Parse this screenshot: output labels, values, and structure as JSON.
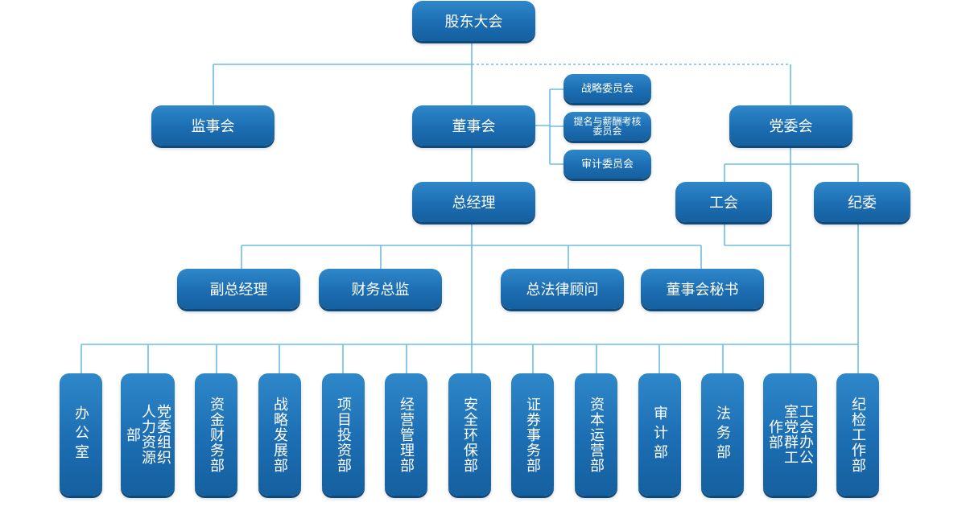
{
  "top": {
    "shareholders": "股东大会"
  },
  "level1": {
    "supervisors": "监事会",
    "board": "董事会",
    "party_committee": "党委会"
  },
  "committees": {
    "strategy": "战略委员会",
    "nomination": "提名与薪酬考核委员会",
    "audit": "审计委员会"
  },
  "level2": {
    "general_manager": "总经理",
    "union": "工会",
    "discipline": "纪委"
  },
  "executives": {
    "deputy_gm": "副总经理",
    "cfo": "财务总监",
    "general_counsel": "总法律顾问",
    "board_secretary": "董事会秘书"
  },
  "departments": [
    "办公室",
    "党委组织人力资源部",
    "资金财务部",
    "战略发展部",
    "项目投资部",
    "经营管理部",
    "安全环保部",
    "证券事务部",
    "资本运营部",
    "审计部",
    "法务部",
    "工会办公室党群工作部",
    "纪检工作部"
  ],
  "colors": {
    "node_fill": "#1e6fb3",
    "connector": "#6dbde0"
  }
}
